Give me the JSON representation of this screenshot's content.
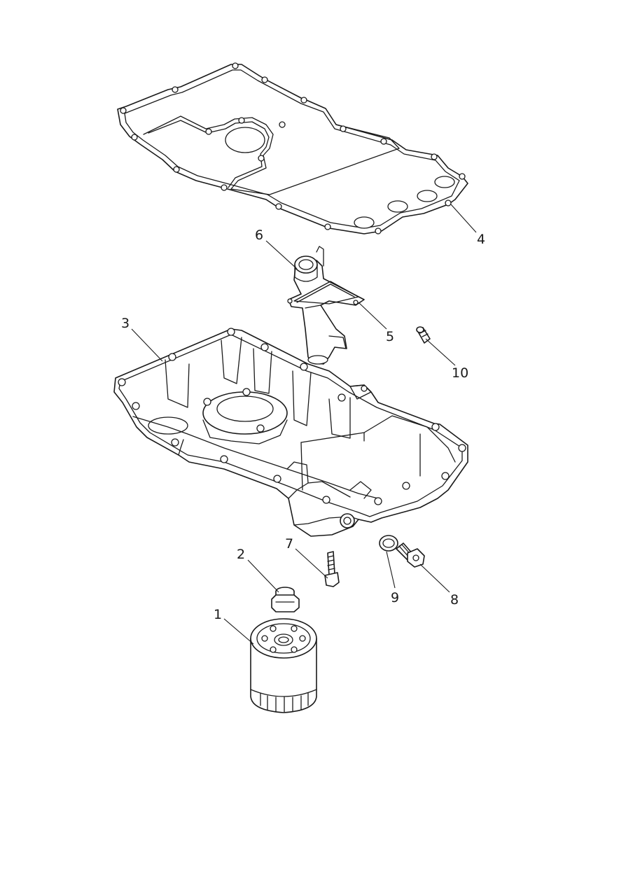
{
  "diagram": {
    "callouts": [
      {
        "id": "1",
        "label": "1"
      },
      {
        "id": "2",
        "label": "2"
      },
      {
        "id": "3",
        "label": "3"
      },
      {
        "id": "4",
        "label": "4"
      },
      {
        "id": "5",
        "label": "5"
      },
      {
        "id": "6",
        "label": "6"
      },
      {
        "id": "7",
        "label": "7"
      },
      {
        "id": "8",
        "label": "8"
      },
      {
        "id": "9",
        "label": "9"
      },
      {
        "id": "10",
        "label": "10"
      }
    ],
    "line_color": "#1a1a1a",
    "background": "#ffffff"
  }
}
